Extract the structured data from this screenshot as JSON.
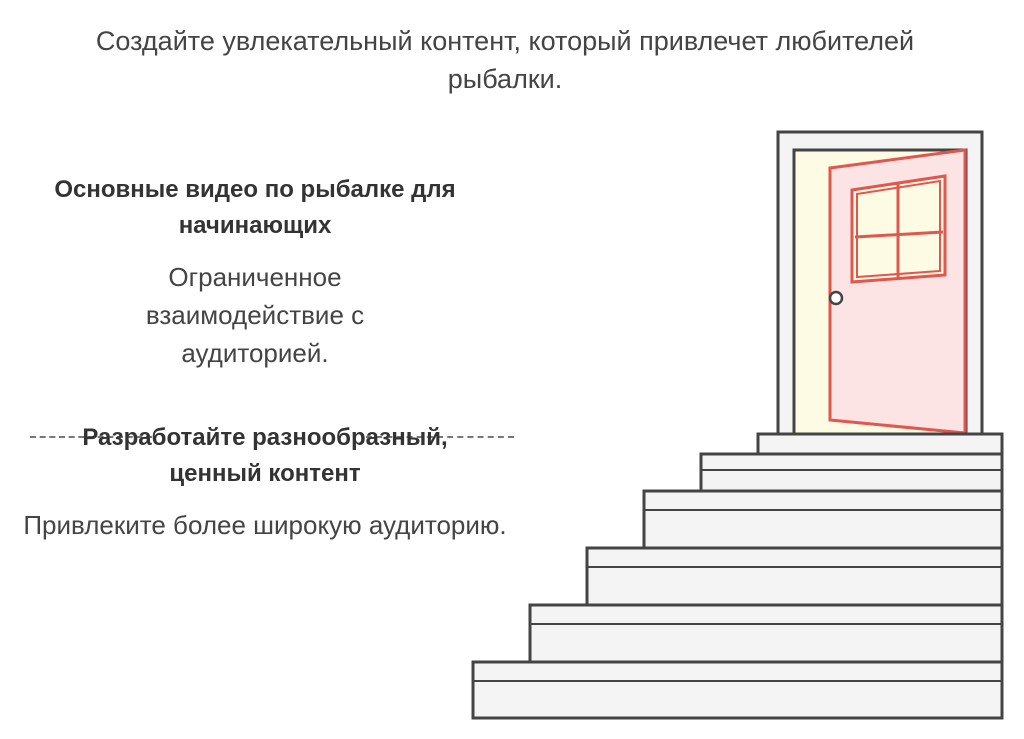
{
  "title": "Создайте увлекательный контент, который привлечет любителей рыбалки.",
  "options": [
    {
      "heading": "Основные видео по рыбалке для начинающих",
      "description": "Ограниченное взаимодействие с аудиторией."
    },
    {
      "heading": "Разработайте разнообразный, ценный контент",
      "description": "Привлеките более широкую аудиторию."
    }
  ],
  "colors": {
    "door_frame": "#f4f4f4",
    "door_fill": "#fde4e4",
    "door_stroke": "#e0574f",
    "doorway_light": "#fdfbe3",
    "stairs_fill": "#f4f4f4",
    "outline": "#444444"
  },
  "icons": [
    "staircase-icon",
    "open-door-icon"
  ]
}
